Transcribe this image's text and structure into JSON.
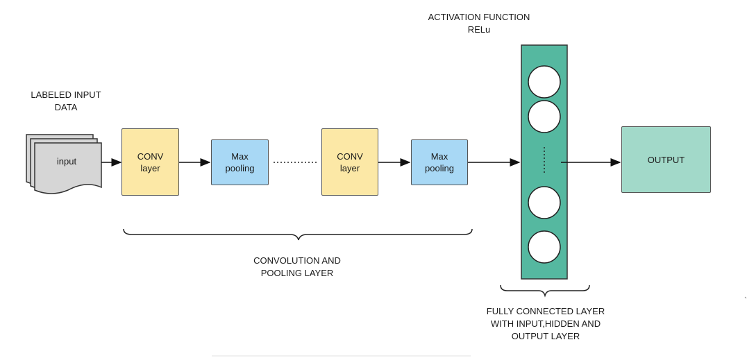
{
  "input_label": [
    "LABELED INPUT",
    "DATA"
  ],
  "input_doc": "input",
  "conv1": [
    "CONV",
    "layer"
  ],
  "pool1": [
    "Max",
    "pooling"
  ],
  "conv2": [
    "CONV",
    "layer"
  ],
  "pool2": [
    "Max",
    "pooling"
  ],
  "activation": [
    "ACTIVATION FUNCTION",
    "RELu"
  ],
  "output": "OUTPUT",
  "conv_pool_label": [
    "CONVOLUTION AND",
    "POOLING LAYER"
  ],
  "fc_label": [
    "FULLY CONNECTED  LAYER",
    "WITH INPUT,HIDDEN AND",
    "OUTPUT LAYER"
  ],
  "colors": {
    "conv": "#fce8a6",
    "pool": "#a8d8f5",
    "fc_column": "#55b8a0",
    "output": "#a2d9c9",
    "document": "#d6d6d6"
  }
}
